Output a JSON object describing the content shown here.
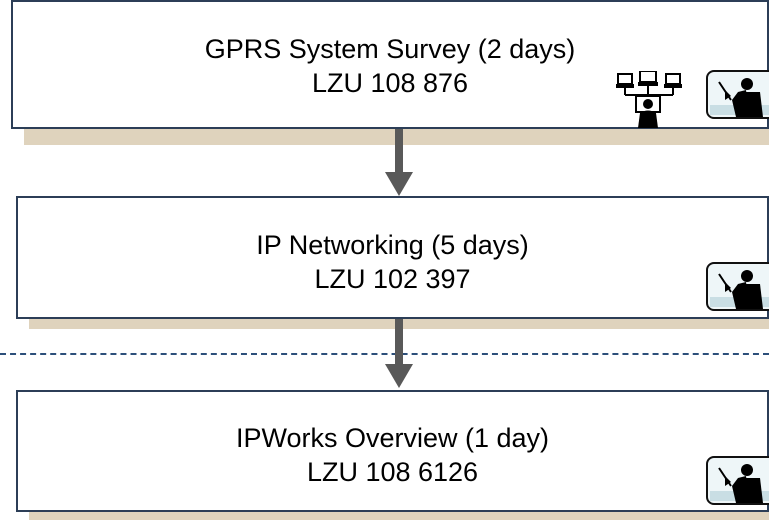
{
  "flow": {
    "steps": [
      {
        "title": "GPRS System Survey (2 days)",
        "code": "LZU 108 876",
        "icons": [
          "network-icon",
          "instructor-icon"
        ]
      },
      {
        "title": "IP Networking (5 days)",
        "code": "LZU 102 397",
        "icons": [
          "instructor-icon"
        ]
      },
      {
        "title": "IPWorks Overview (1 day)",
        "code": "LZU 108 6126",
        "icons": [
          "instructor-icon"
        ]
      }
    ]
  },
  "colors": {
    "box_border": "#2c3e57",
    "box_shadow": "#dfd3bd",
    "arrow": "#595959",
    "dashed_line": "#2c4f7a"
  }
}
